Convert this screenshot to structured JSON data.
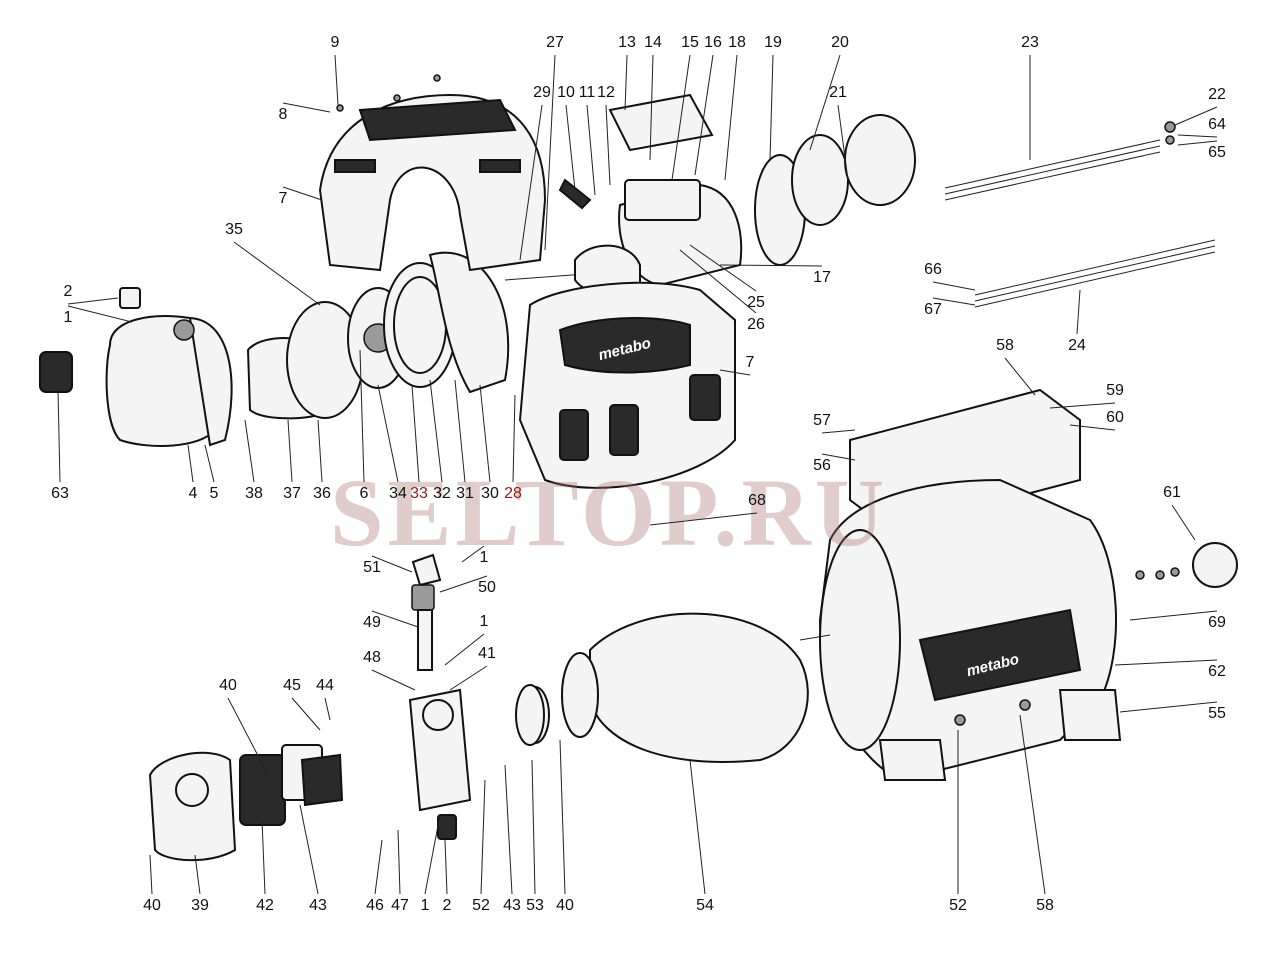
{
  "watermark": "SELTOP.RU",
  "brand_label": "metabo",
  "callouts": [
    {
      "id": "c9",
      "label": "9"
    },
    {
      "id": "c8",
      "label": "8"
    },
    {
      "id": "c7a",
      "label": "7"
    },
    {
      "id": "c35",
      "label": "35"
    },
    {
      "id": "c2a",
      "label": "2"
    },
    {
      "id": "c1a",
      "label": "1"
    },
    {
      "id": "c63",
      "label": "63"
    },
    {
      "id": "c4",
      "label": "4"
    },
    {
      "id": "c5",
      "label": "5"
    },
    {
      "id": "c38",
      "label": "38"
    },
    {
      "id": "c37",
      "label": "37"
    },
    {
      "id": "c36",
      "label": "36"
    },
    {
      "id": "c6",
      "label": "6"
    },
    {
      "id": "c34",
      "label": "34"
    },
    {
      "id": "c33",
      "label": "33"
    },
    {
      "id": "c32",
      "label": "32"
    },
    {
      "id": "c31",
      "label": "31"
    },
    {
      "id": "c30",
      "label": "30"
    },
    {
      "id": "c28",
      "label": "28"
    },
    {
      "id": "c27",
      "label": "27"
    },
    {
      "id": "c29",
      "label": "29"
    },
    {
      "id": "c10",
      "label": "10"
    },
    {
      "id": "c11",
      "label": "11"
    },
    {
      "id": "c12",
      "label": "12"
    },
    {
      "id": "c13",
      "label": "13"
    },
    {
      "id": "c14",
      "label": "14"
    },
    {
      "id": "c15",
      "label": "15"
    },
    {
      "id": "c16",
      "label": "16"
    },
    {
      "id": "c18",
      "label": "18"
    },
    {
      "id": "c19",
      "label": "19"
    },
    {
      "id": "c20",
      "label": "20"
    },
    {
      "id": "c21",
      "label": "21"
    },
    {
      "id": "c23",
      "label": "23"
    },
    {
      "id": "c22",
      "label": "22"
    },
    {
      "id": "c64",
      "label": "64"
    },
    {
      "id": "c65",
      "label": "65"
    },
    {
      "id": "c17",
      "label": "17"
    },
    {
      "id": "c25",
      "label": "25"
    },
    {
      "id": "c26",
      "label": "26"
    },
    {
      "id": "c7b",
      "label": "7"
    },
    {
      "id": "c66",
      "label": "66"
    },
    {
      "id": "c67",
      "label": "67"
    },
    {
      "id": "c58a",
      "label": "58"
    },
    {
      "id": "c24",
      "label": "24"
    },
    {
      "id": "c59",
      "label": "59"
    },
    {
      "id": "c60",
      "label": "60"
    },
    {
      "id": "c57",
      "label": "57"
    },
    {
      "id": "c56",
      "label": "56"
    },
    {
      "id": "c68",
      "label": "68"
    },
    {
      "id": "c61",
      "label": "61"
    },
    {
      "id": "c51",
      "label": "51"
    },
    {
      "id": "c1b",
      "label": "1"
    },
    {
      "id": "c50",
      "label": "50"
    },
    {
      "id": "c49",
      "label": "49"
    },
    {
      "id": "c1c",
      "label": "1"
    },
    {
      "id": "c48",
      "label": "48"
    },
    {
      "id": "c41",
      "label": "41"
    },
    {
      "id": "c69",
      "label": "69"
    },
    {
      "id": "c62",
      "label": "62"
    },
    {
      "id": "c55",
      "label": "55"
    },
    {
      "id": "c40a",
      "label": "40"
    },
    {
      "id": "c45",
      "label": "45"
    },
    {
      "id": "c44",
      "label": "44"
    },
    {
      "id": "c40b",
      "label": "40"
    },
    {
      "id": "c39",
      "label": "39"
    },
    {
      "id": "c42",
      "label": "42"
    },
    {
      "id": "c43a",
      "label": "43"
    },
    {
      "id": "c46",
      "label": "46"
    },
    {
      "id": "c47",
      "label": "47"
    },
    {
      "id": "c1d",
      "label": "1"
    },
    {
      "id": "c2b",
      "label": "2"
    },
    {
      "id": "c52a",
      "label": "52"
    },
    {
      "id": "c43b",
      "label": "43"
    },
    {
      "id": "c53",
      "label": "53"
    },
    {
      "id": "c40c",
      "label": "40"
    },
    {
      "id": "c54",
      "label": "54"
    },
    {
      "id": "c52b",
      "label": "52"
    },
    {
      "id": "c58b",
      "label": "58"
    }
  ]
}
